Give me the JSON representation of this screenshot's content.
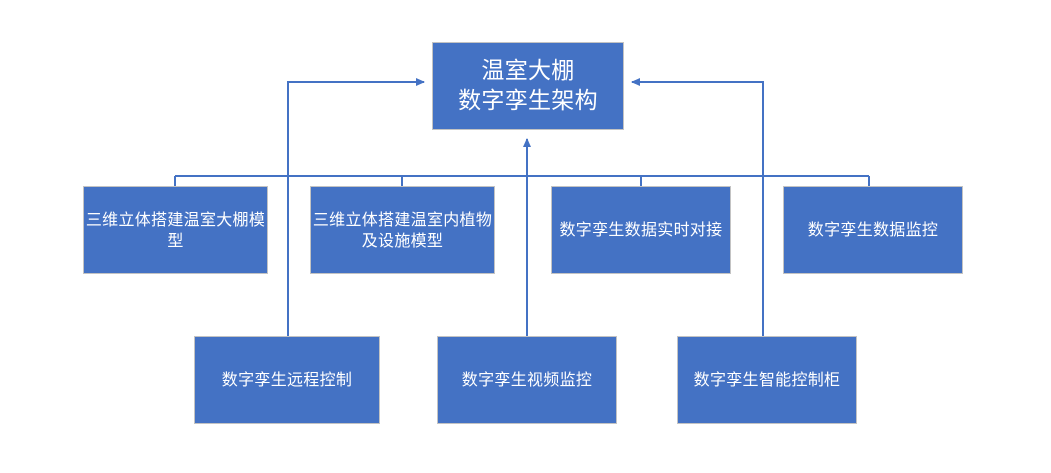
{
  "diagram": {
    "title": "温室大棚数字孪生架构",
    "type": "hierarchy-tree",
    "colors": {
      "node_fill": "#4472c4",
      "node_border": "#c3c3c3",
      "node_text": "#ffffff",
      "connector": "#4472c4",
      "background": "#ffffff"
    },
    "root": {
      "id": "root",
      "label": "温室大棚\n数字孪生架构",
      "lines": [
        "温室大棚",
        "数字孪生架构"
      ]
    },
    "level2": [
      {
        "id": "l2-a",
        "label": "三维立体搭建温室大棚模型",
        "lines": [
          "三维立体搭建温室大",
          "棚模型"
        ]
      },
      {
        "id": "l2-b",
        "label": "三维立体搭建温室内植物及设施模型",
        "lines": [
          "三维立体搭建温室内",
          "植物及设施模型"
        ]
      },
      {
        "id": "l2-c",
        "label": "数字孪生数据实时对接",
        "lines": [
          "数字孪生",
          "数据实时对接"
        ]
      },
      {
        "id": "l2-d",
        "label": "数字孪生数据监控",
        "lines": [
          "数字孪生",
          "数据监控"
        ]
      }
    ],
    "level3": [
      {
        "id": "l3-a",
        "label": "数字孪生远程控制",
        "lines": [
          "数字孪生",
          "远程控制"
        ]
      },
      {
        "id": "l3-b",
        "label": "数字孪生视频监控",
        "lines": [
          "数字孪生",
          "视频监控"
        ]
      },
      {
        "id": "l3-c",
        "label": "数字孪生智能控制柜",
        "lines": [
          "数字孪生",
          "智能控制柜"
        ]
      }
    ],
    "edges": [
      {
        "id": "edge-left-to-root",
        "from": "l3-a",
        "to": "root",
        "arrow": "right"
      },
      {
        "id": "edge-center-to-root",
        "from": "l3-b",
        "to": "root",
        "arrow": "up"
      },
      {
        "id": "edge-right-to-root",
        "from": "l3-c",
        "to": "root",
        "arrow": "left"
      }
    ]
  }
}
